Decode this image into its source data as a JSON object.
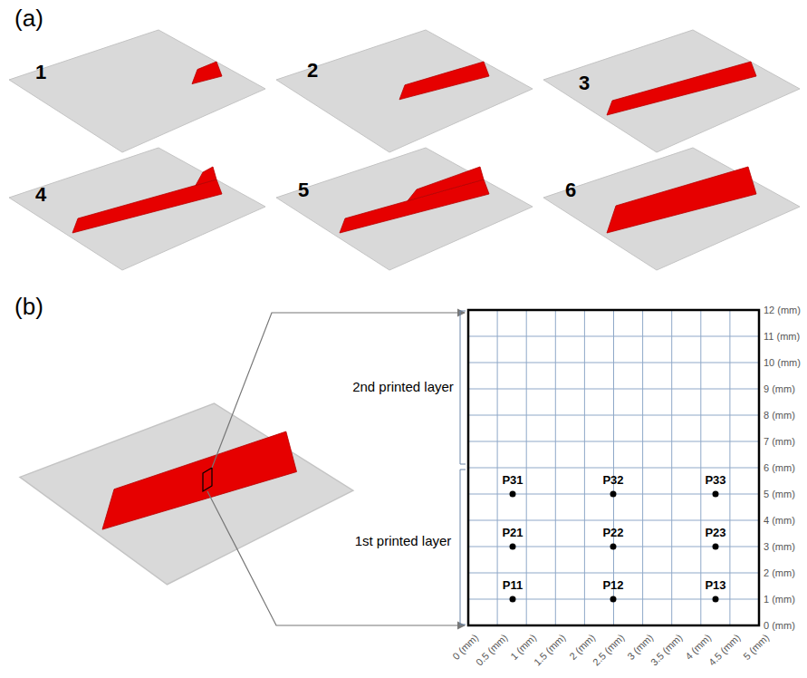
{
  "diagram": {
    "labels": [
      "(a)",
      "1",
      "2",
      "3",
      "4",
      "5",
      "6",
      "(b)",
      "2nd printed layer",
      "1st printed layer",
      "P31",
      "P32",
      "P33",
      "P21",
      "P22",
      "P23",
      "P11",
      "P12",
      "P13",
      "12 (mm)",
      "11 (mm)",
      "10 (mm)",
      "9 (mm)",
      "8 (mm)",
      "7 (mm)",
      "6 (mm)",
      "5 (mm)",
      "4 (mm)",
      "3 (mm)",
      "2 (mm)",
      "1 (mm)",
      "0 (mm)",
      "0 (mm)",
      "0.5 (mm)",
      "1 (mm)",
      "1.5 (mm)",
      "2 (mm)",
      "2.5 (mm)",
      "3 (mm)",
      "3.5 (mm)",
      "4 (mm)",
      "4.5 (mm)",
      "5 (mm)"
    ]
  }
}
